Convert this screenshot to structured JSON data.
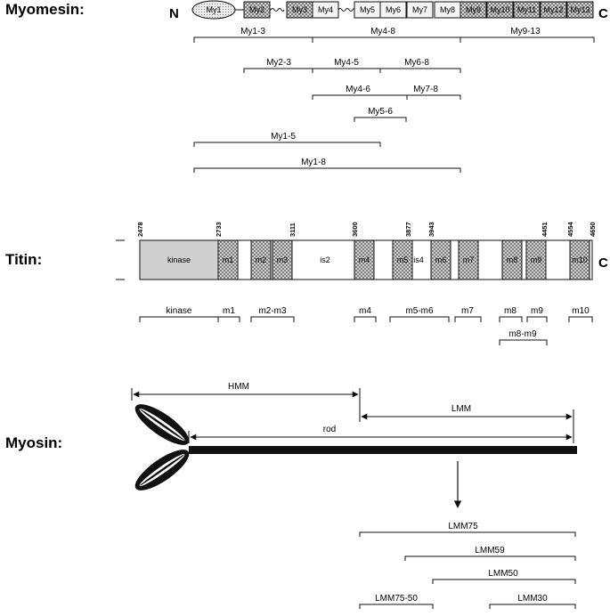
{
  "colors": {
    "ink": "#111111",
    "hatch": "#9a9a9a",
    "kinase": "#cfcfcf",
    "white": "#ffffff"
  },
  "myomesin": {
    "title": "Myomesin:",
    "n_term": "N",
    "c_term": "C",
    "domains": [
      "My1",
      "My2",
      "My3",
      "My4",
      "My5",
      "My6",
      "My7",
      "My8",
      "My9",
      "My10",
      "My11",
      "My12",
      "My13"
    ],
    "fragments": [
      "My1-3",
      "My4-8",
      "My9-13",
      "My2-3",
      "My4-5",
      "My6-8",
      "My4-6",
      "My7-8",
      "My5-6",
      "My1-5",
      "My1-8"
    ]
  },
  "titin": {
    "title": "Titin:",
    "c_term": "C",
    "positions": [
      "2478",
      "2733",
      "3111",
      "3600",
      "3877",
      "3943",
      "4451",
      "4554",
      "4650"
    ],
    "domains": [
      "kinase",
      "m1",
      "m2",
      "m3",
      "is2",
      "m4",
      "m5",
      "is4",
      "m6",
      "m7",
      "m8",
      "m9",
      "m10"
    ],
    "fragments": [
      "kinase",
      "m1",
      "m2-m3",
      "m4",
      "m5-m6",
      "m7",
      "m8",
      "m9",
      "m8-m9",
      "m10"
    ]
  },
  "myosin": {
    "title": "Myosin:",
    "regions": [
      "HMM",
      "LMM",
      "rod"
    ],
    "fragments": [
      "LMM75",
      "LMM59",
      "LMM50",
      "LMM75-50",
      "LMM30"
    ]
  }
}
